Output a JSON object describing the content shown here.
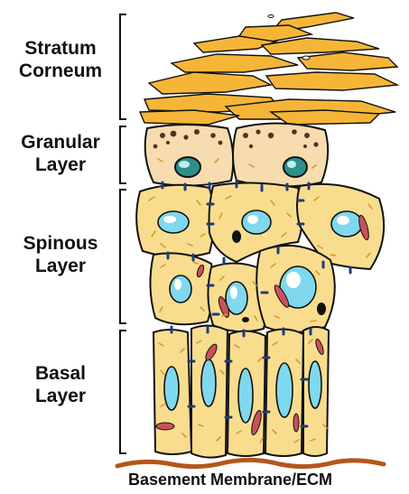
{
  "layers": [
    {
      "id": "stratum-corneum",
      "line1": "Stratum",
      "line2": "Corneum"
    },
    {
      "id": "granular",
      "line1": "Granular",
      "line2": "Layer"
    },
    {
      "id": "spinous",
      "line1": "Spinous",
      "line2": "Layer"
    },
    {
      "id": "basal",
      "line1": "Basal",
      "line2": "Layer"
    }
  ],
  "caption": "Basement Membrane/ECM",
  "colors": {
    "cytoplasm": "#f9dd8e",
    "corneum": "#f5b637",
    "nucleus": "#7fd8ee",
    "desmosome": "#1f3c7c",
    "mitochondria": "#c9525a",
    "keratin": "#d49a33",
    "granules": "#5a3020",
    "membrane": "#b5561a",
    "outline": "#111111"
  }
}
